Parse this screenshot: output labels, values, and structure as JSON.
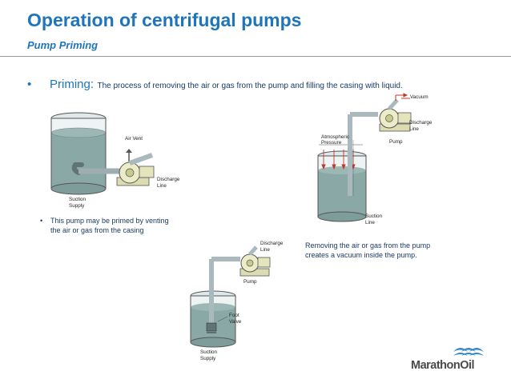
{
  "slide": {
    "title": "Operation of centrifugal pumps",
    "subtitle": "Pump Priming",
    "bullet": {
      "marker": "•",
      "term": "Priming:",
      "definition": "The process of removing the air or gas from the pump and filling the casing with liquid."
    },
    "note_left": {
      "marker": "•",
      "line1": "This pump may be primed by venting",
      "line2": "the air or gas from the casing"
    },
    "note_right": {
      "line1": "Removing the air or gas from the pump",
      "line2": "creates a vacuum inside the pump."
    }
  },
  "diagram_left": {
    "air_vent": "Air Vent",
    "discharge_1": "Discharge",
    "discharge_2": "Line",
    "suction_1": "Suction",
    "suction_2": "Supply"
  },
  "diagram_right": {
    "vacuum": "Vacuum",
    "discharge_1": "Discharge",
    "discharge_2": "Line",
    "atmospheric_1": "Atmospheric",
    "atmospheric_2": "Pressure",
    "pump": "Pump",
    "suction_1": "Suction",
    "suction_2": "Line"
  },
  "diagram_bottom": {
    "discharge_1": "Discharge",
    "discharge_2": "Line",
    "pump": "Pump",
    "foot_1": "Foot",
    "foot_2": "Valve",
    "suction_1": "Suction",
    "suction_2": "Supply"
  },
  "logo": {
    "text": "MarathonOil"
  },
  "colors": {
    "title": "#1f75bb",
    "body_text": "#1a3a66",
    "pipe": "#a9b9be",
    "liquid": "#8aa8a6",
    "pump_body": "#ecedc8",
    "arrow_red": "#c0392b",
    "logo_blue": "#2f83c5"
  }
}
